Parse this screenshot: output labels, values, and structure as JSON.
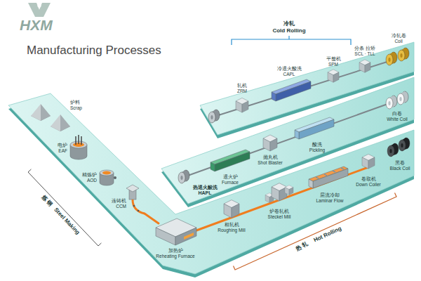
{
  "diagram": {
    "title": "Manufacturing Processes",
    "labels": [
      "HXM",
      "炉料",
      "Scrap",
      "电炉",
      "EAF",
      "精炼炉",
      "AOD",
      "连铸机",
      "CCM",
      "加热炉",
      "Reheating Furnace",
      "炼 钢",
      "Steel Making",
      "粗轧机",
      "Roughing Mill",
      "炉卷轧机",
      "Steckel Mill",
      "层流冷却",
      "Laminar Flow",
      "卷取机",
      "Down Coiler",
      "黑卷",
      "Black Coil",
      "热 轧",
      "Hot Rolling",
      "热退火酸洗",
      "HAPL",
      "退火炉",
      "Furnace",
      "抛丸机",
      "Shot Blaster",
      "酸洗",
      "Pickling",
      "白卷",
      "White Coil",
      "冷轧",
      "Cold Rolling",
      "轧机",
      "ZRM",
      "冷退火酸洗",
      "CAPL",
      "平整机",
      "SPM",
      "分条 拉矫",
      "SCL · TLL",
      "冷轧卷",
      "Coil"
    ]
  }
}
